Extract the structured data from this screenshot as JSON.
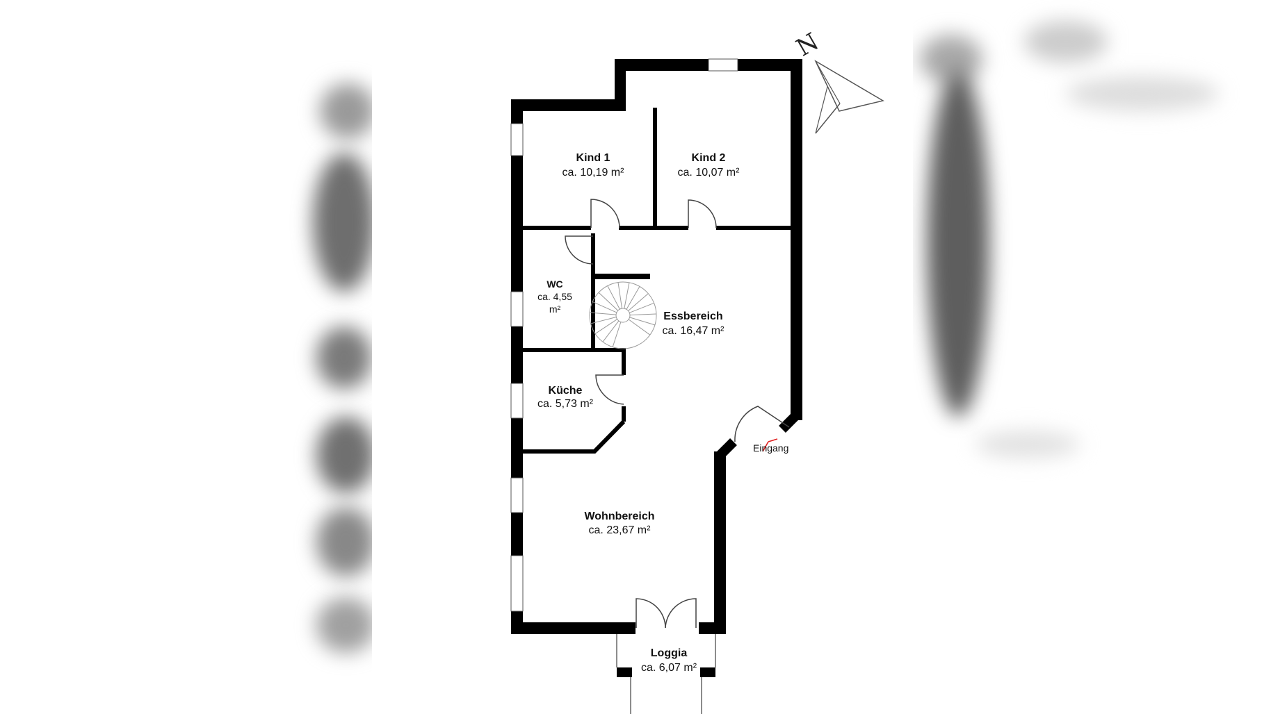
{
  "compass": {
    "north_label": "N"
  },
  "rooms": {
    "kind1": {
      "name": "Kind 1",
      "area": "ca. 10,19 m²"
    },
    "kind2": {
      "name": "Kind 2",
      "area": "ca. 10,07 m²"
    },
    "wc": {
      "name": "WC",
      "area_line1": "ca. 4,55",
      "area_line2": "m²"
    },
    "essbereich": {
      "name": "Essbereich",
      "area": "ca. 16,47 m²"
    },
    "kueche": {
      "name": "Küche",
      "area": "ca. 5,73 m²"
    },
    "wohnbereich": {
      "name": "Wohnbereich",
      "area": "ca. 23,67 m²"
    },
    "loggia": {
      "name": "Loggia",
      "area": "ca. 6,07 m²"
    }
  },
  "entrance": {
    "label": "Eingang",
    "marker_color": "#e02020"
  },
  "colors": {
    "wall": "#000000",
    "background": "#ffffff",
    "line": "#555555"
  }
}
